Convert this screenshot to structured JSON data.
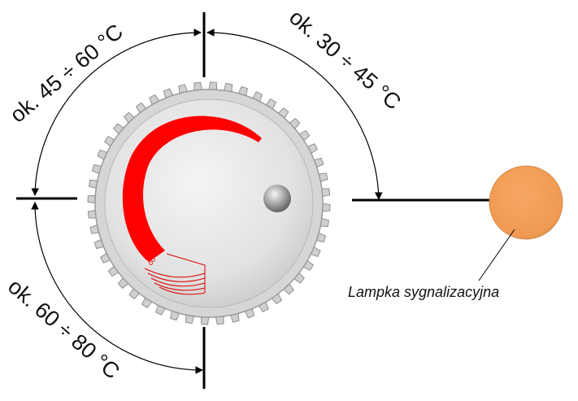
{
  "ranges": {
    "top_right": "ok. 30 ÷ 45 °C",
    "top_left": "ok. 45 ÷ 60 °C",
    "bottom_left": "ok. 60 ÷ 80 °C"
  },
  "dial": {
    "marker": "oo",
    "scale_color": "#ff0000",
    "body_color": "#e8e8e8"
  },
  "lamp": {
    "caption": "Lampka sygnalizacyjna",
    "color": "#f5a05a"
  }
}
